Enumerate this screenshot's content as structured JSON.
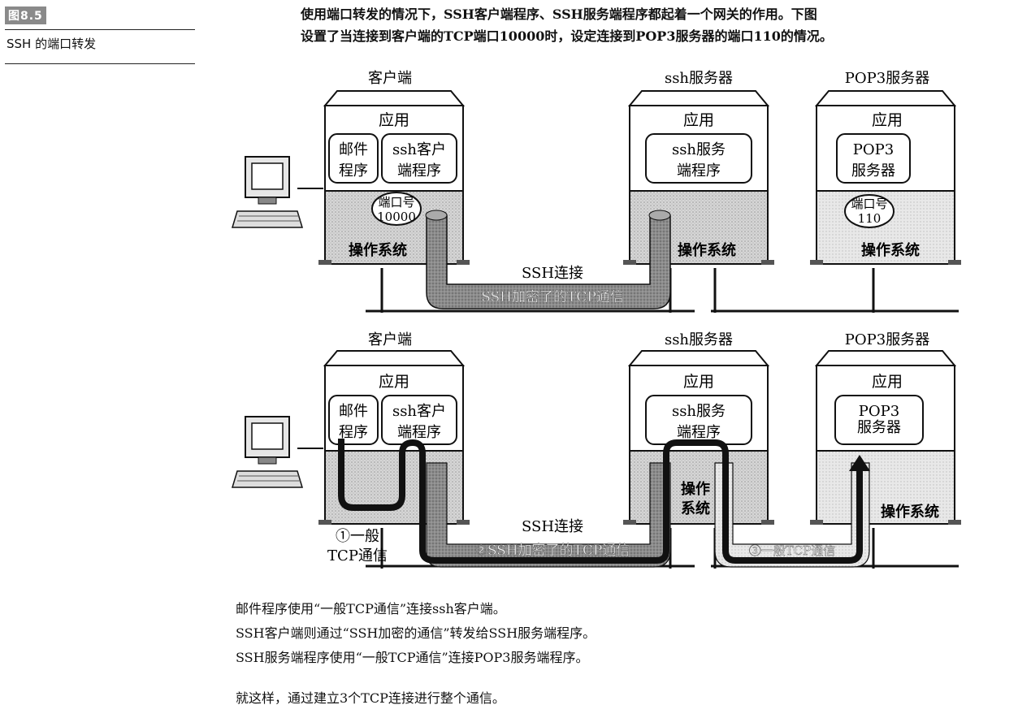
{
  "figure": {
    "number": "图8.5",
    "title": "SSH 的端口转发"
  },
  "intro": {
    "line1": "使用端口转发的情况下，SSH客户端程序、SSH服务端程序都起着一个网关的作用。下图",
    "line2": "设置了当连接到客户端的TCP端口10000时，设定连接到POP3服务器的端口110的情况。"
  },
  "diagram": {
    "hosts": {
      "client": "客户端",
      "ssh_server": "ssh服务器",
      "pop3_server": "POP3服务器"
    },
    "layers": {
      "app": "应用",
      "os": "操作系统",
      "os_split1": "操作",
      "os_split2": "系统"
    },
    "programs": {
      "mail1": "邮件",
      "mail2": "程序",
      "sshc1": "ssh客户",
      "sshc2": "端程序",
      "sshs1": "ssh服务",
      "sshs2": "端程序",
      "pop1": "POP3",
      "pop2": "服务器"
    },
    "ports": {
      "label": "端口号",
      "client_port": "10000",
      "pop_port": "110"
    },
    "top_connection": {
      "label": "SSH连接",
      "tunnel": "SSH加密了的TCP通信"
    },
    "bottom_connection": {
      "label": "SSH连接",
      "step1_a": "①一般",
      "step1_b": "TCP通信",
      "step2": "②SSH加密了的TCP通信",
      "step3": "③一般TCP通信"
    }
  },
  "body": {
    "line1": "邮件程序使用“一般TCP通信”连接ssh客户端。",
    "line2": "SSH客户端则通过“SSH加密的通信”转发给SSH服务端程序。",
    "line3": "SSH服务端程序使用“一般TCP通信”连接POP3服务端程序。",
    "line4": "就这样，通过建立3个TCP连接进行整个通信。"
  }
}
